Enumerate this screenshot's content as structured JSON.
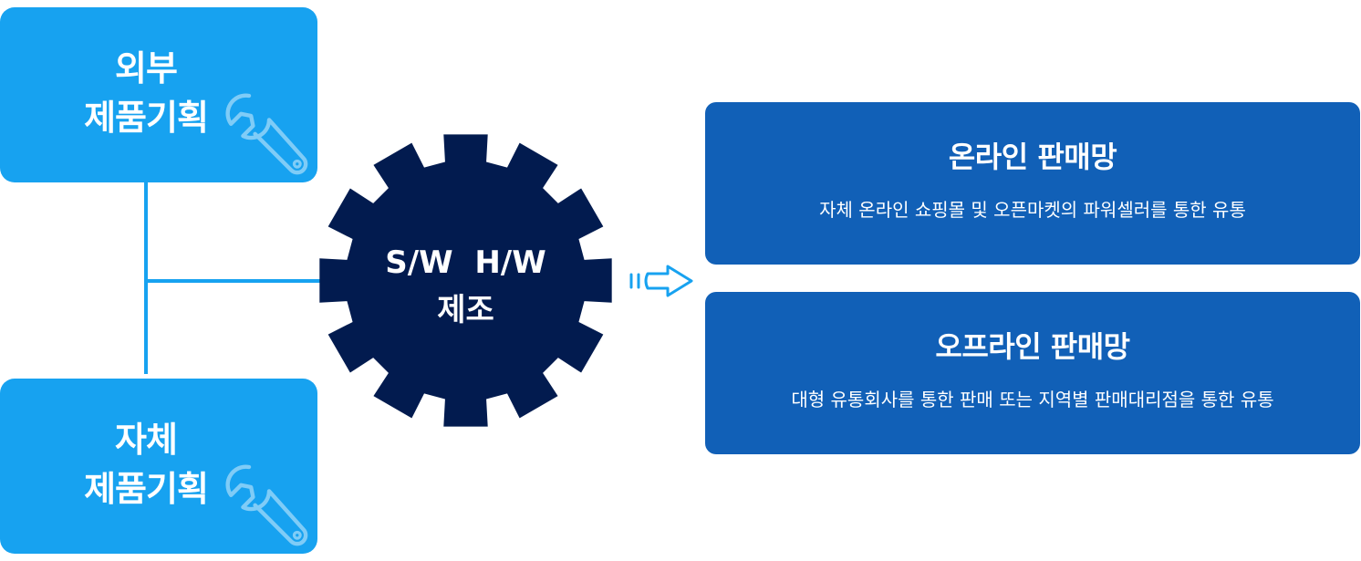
{
  "planning": {
    "external": {
      "line1": "외부",
      "line2": "제품기획",
      "icon": "wrench-icon"
    },
    "own": {
      "line1": "자체",
      "line2": "제품기획",
      "icon": "wrench-icon"
    }
  },
  "manufacturing": {
    "line1": "S/W  H/W",
    "line2": "제조",
    "icon": "gear-icon"
  },
  "flow_icon": "arrow-right-icon",
  "channels": {
    "online": {
      "title": "온라인 판매망",
      "description": "자체 온라인 쇼핑몰 및 오픈마켓의 파워셀러를 통한 유통"
    },
    "offline": {
      "title": "오프라인 판매망",
      "description": "대형 유통회사를 통한 판매 또는 지역별 판매대리점을 통한 유통"
    }
  },
  "colors": {
    "planning_box": "#17a2f0",
    "gear": "#021b4f",
    "channel_box": "#1160b7",
    "connector": "#17a2f0"
  }
}
